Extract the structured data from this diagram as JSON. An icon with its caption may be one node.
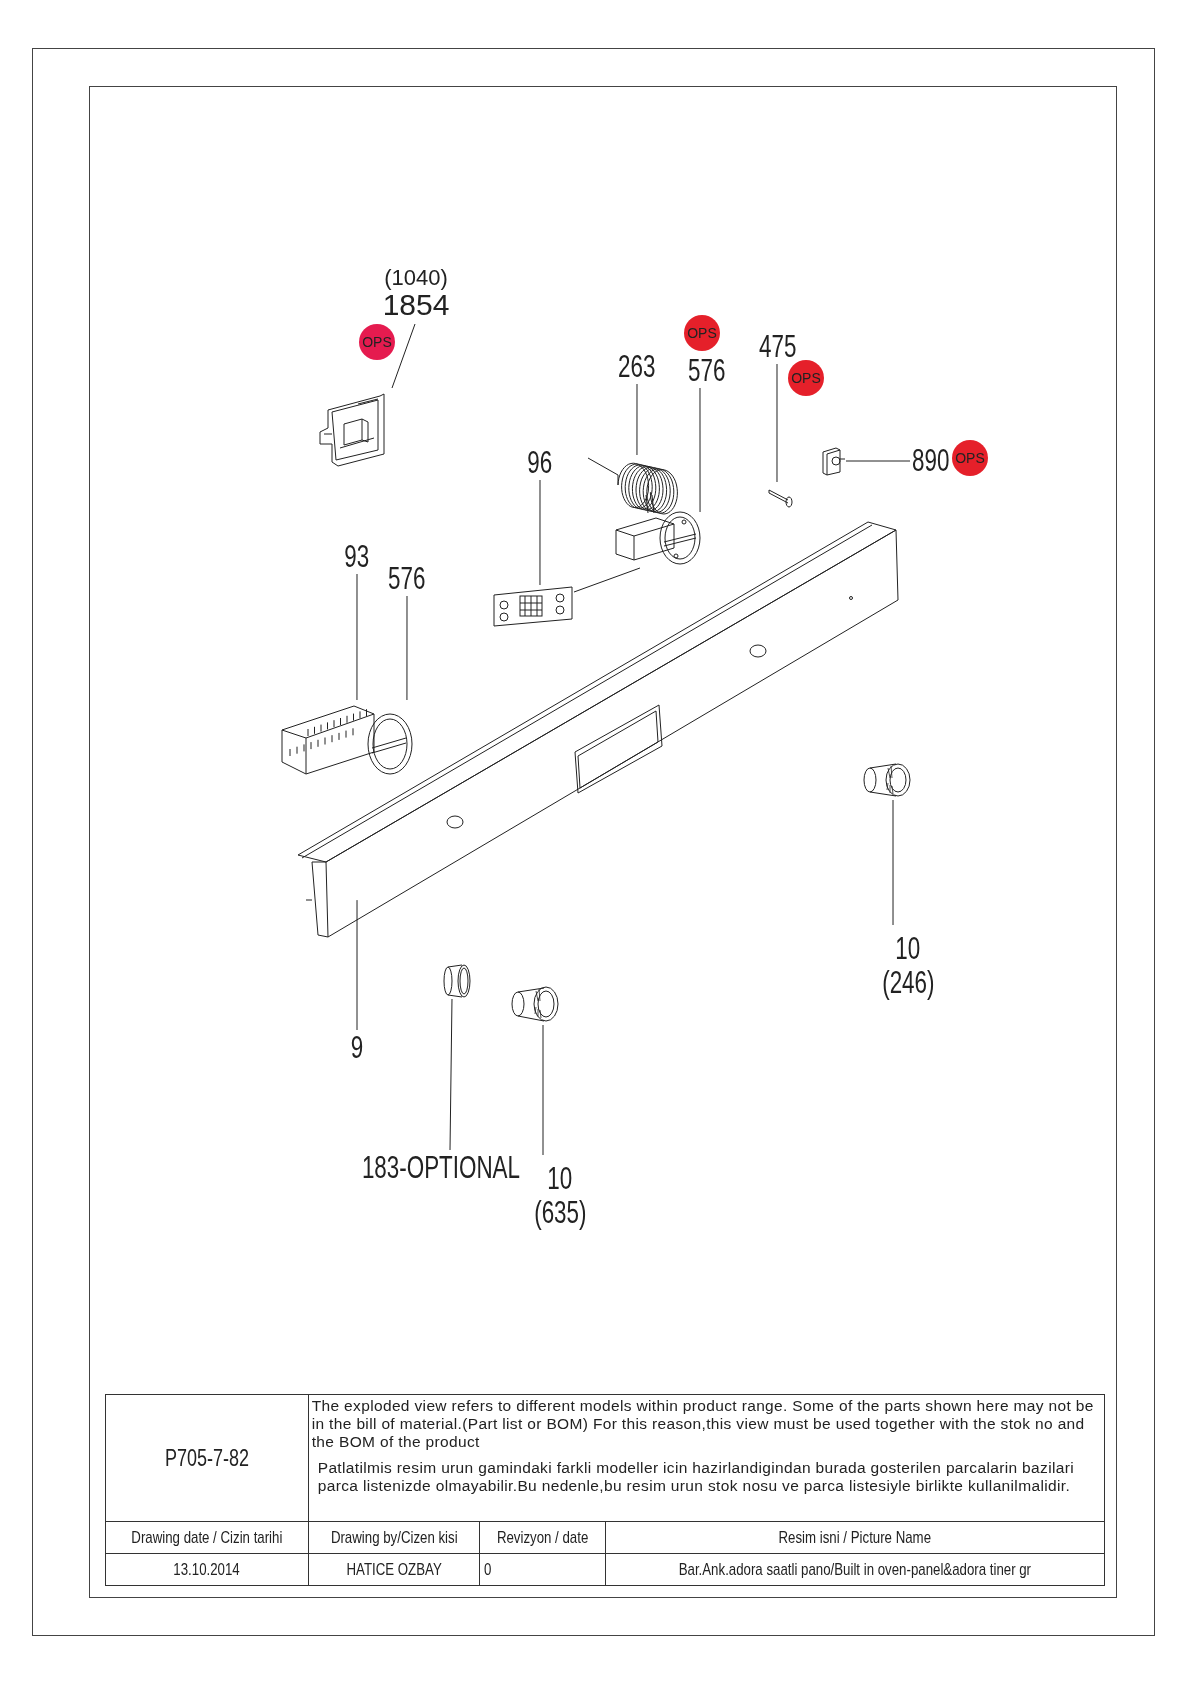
{
  "diagram": {
    "nodes": [
      {
        "text": [
          "(1040)",
          "1854"
        ]
      },
      {
        "text": [
          "OPS"
        ]
      },
      {
        "text": [],
        "shape": "picture"
      },
      {
        "text": [
          "OPS"
        ]
      },
      {
        "text": [
          "475"
        ]
      },
      {
        "text": [
          "263"
        ]
      },
      {
        "text": [
          "576"
        ]
      },
      {
        "text": [
          "OPS"
        ]
      },
      {
        "text": [
          "890"
        ]
      },
      {
        "text": [
          "OPS"
        ]
      },
      {
        "text": [],
        "shape": "picture"
      },
      {
        "text": [
          "96"
        ]
      },
      {
        "text": [],
        "shape": "picture"
      },
      {
        "text": [],
        "shape": "picture"
      },
      {
        "text": [],
        "shape": "picture"
      },
      {
        "text": [
          "93"
        ]
      },
      {
        "text": [
          "576"
        ]
      },
      {
        "text": [],
        "shape": "picture"
      },
      {
        "text": [],
        "shape": "picture"
      },
      {
        "text": [],
        "shape": "picture"
      },
      {
        "text": [],
        "shape": "picture"
      },
      {
        "text": [
          "9"
        ]
      },
      {
        "text": [],
        "shape": "picture"
      },
      {
        "text": [],
        "shape": "picture"
      },
      {
        "text": [
          "10",
          "(246)"
        ]
      },
      {
        "text": [
          "183-OPTIONAL"
        ]
      },
      {
        "text": [
          "10",
          "(635)"
        ]
      }
    ],
    "edges": [
      {
        "from": 0,
        "to": 2,
        "arrow": "none"
      },
      {
        "from": 5,
        "to": 12,
        "arrow": "none"
      },
      {
        "from": 6,
        "to": 13,
        "arrow": "none"
      },
      {
        "from": 4,
        "to": 14,
        "arrow": "none"
      },
      {
        "from": 8,
        "to": 10,
        "arrow": "none"
      },
      {
        "from": 11,
        "to": 17,
        "arrow": "none"
      },
      {
        "from": 17,
        "to": 13,
        "arrow": "none"
      },
      {
        "from": 15,
        "to": 19,
        "arrow": "none"
      },
      {
        "from": 16,
        "to": 19,
        "arrow": "none"
      },
      {
        "from": 21,
        "to": 18,
        "arrow": "none"
      },
      {
        "from": 24,
        "to": 20,
        "arrow": "none"
      },
      {
        "from": 25,
        "to": 22,
        "arrow": "none"
      },
      {
        "from": 26,
        "to": 23,
        "arrow": "none"
      }
    ],
    "labels": [
      "P705-7-82",
      "The exploded view refers to different models within product range. Some of the parts shown here may not be in the bill of material.(Part list or BOM) For this reason,this view must be used together with the stok no and the BOM of the product",
      "Patlatilmis resim urun gamindaki farkli modeller icin hazirlandigindan burada gosterilen parcalarin bazilari parca listenizde olmayabilir.Bu nedenle,bu resim urun stok nosu ve parca listesiyle birlikte kullanilmalidir.",
      "Drawing date / Cizin tarihi",
      "Drawing by/Cizen kisi",
      "Revizyon / date",
      "Resim isni / Picture Name",
      "13.10.2014",
      "HATICE OZBAY",
      "0",
      "Bar.Ank.adora saatli pano/Built in oven-panel&adora tiner gr"
    ]
  }
}
